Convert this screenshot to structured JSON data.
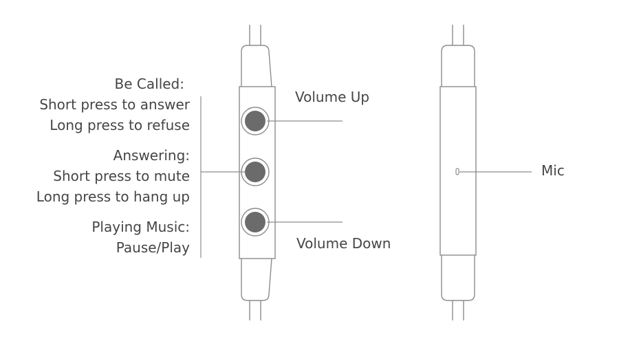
{
  "left_labels": {
    "be_called": {
      "heading": "Be Called:",
      "line1": "Short press to answer",
      "line2": "Long press to refuse"
    },
    "answering": {
      "heading": "Answering:",
      "line1": "Short press to mute",
      "line2": "Long press to hang up"
    },
    "playing_music": {
      "heading": "Playing Music:",
      "line1": "Pause/Play"
    }
  },
  "right_labels": {
    "volume_up": "Volume Up",
    "volume_down": "Volume Down",
    "mic": "Mic"
  },
  "colors": {
    "outline": "#8c8c8c",
    "button_fill": "#6b6b6b",
    "text": "#454545"
  },
  "icons": [
    "front-remote-icon",
    "back-remote-icon",
    "mic-hole-icon"
  ]
}
